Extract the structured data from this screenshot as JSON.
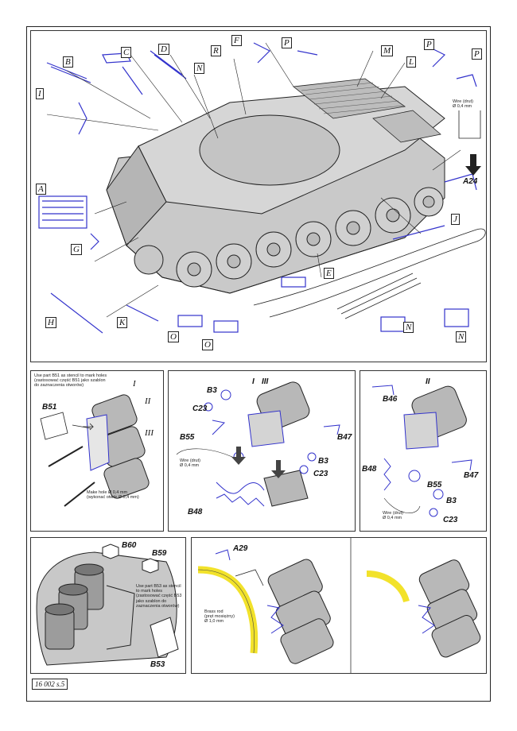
{
  "top_labels": {
    "A": "A",
    "B": "B",
    "C": "C",
    "D": "D",
    "E": "E",
    "F": "F",
    "G": "G",
    "H": "H",
    "I": "I",
    "J": "J",
    "K": "K",
    "L": "L",
    "M": "M",
    "N1": "N",
    "N2": "N",
    "N3": "N",
    "O1": "O",
    "O2": "O",
    "P1": "P",
    "P2": "P",
    "P3": "P",
    "R": "R",
    "A24": "A24"
  },
  "wire_top": {
    "line1": "Wire (drut)",
    "line2": "Ø 0,4 mm"
  },
  "panel_b51": {
    "note": [
      "Use part B51 as stencil to mark holes",
      "(zastosować część B51 jako szablon",
      "do zaznaczenia otworów)"
    ],
    "part": "B51",
    "roman": [
      "I",
      "II",
      "III"
    ],
    "hole_note": [
      "Make hole Ø 0,4 mm",
      "(wykonać otwór Ø 0,4 mm)"
    ]
  },
  "panel_mid": {
    "roman": [
      "I",
      "III"
    ],
    "parts": [
      "B3",
      "C23",
      "B55",
      "B47",
      "B3",
      "C23",
      "B48"
    ],
    "wire": [
      "Wire (drut)",
      "Ø 0,4 mm"
    ]
  },
  "panel_right": {
    "roman": "II",
    "parts": [
      "B46",
      "B47",
      "B48",
      "B55",
      "B3",
      "C23"
    ],
    "wire": [
      "Wire (drut)",
      "Ø 0,4 mm"
    ]
  },
  "panel_b60": {
    "parts": [
      "B60",
      "B59",
      "B53"
    ],
    "note": [
      "Use part B53 as stencil",
      "to mark holes",
      "(zastosować część B53",
      "jako szablon do",
      "zaznaczenia otworów)"
    ]
  },
  "panel_a29": {
    "part": "A29",
    "rod": [
      "Brass rod",
      "(pręt mosiężny)",
      "Ø 1,0 mm"
    ]
  },
  "footer": "16 002 s.5",
  "colors": {
    "hull": "#c8c8c8",
    "hull_dark": "#9a9a9a",
    "pe": "#3333cc",
    "brass": "#f2e22a",
    "line": "#222"
  }
}
